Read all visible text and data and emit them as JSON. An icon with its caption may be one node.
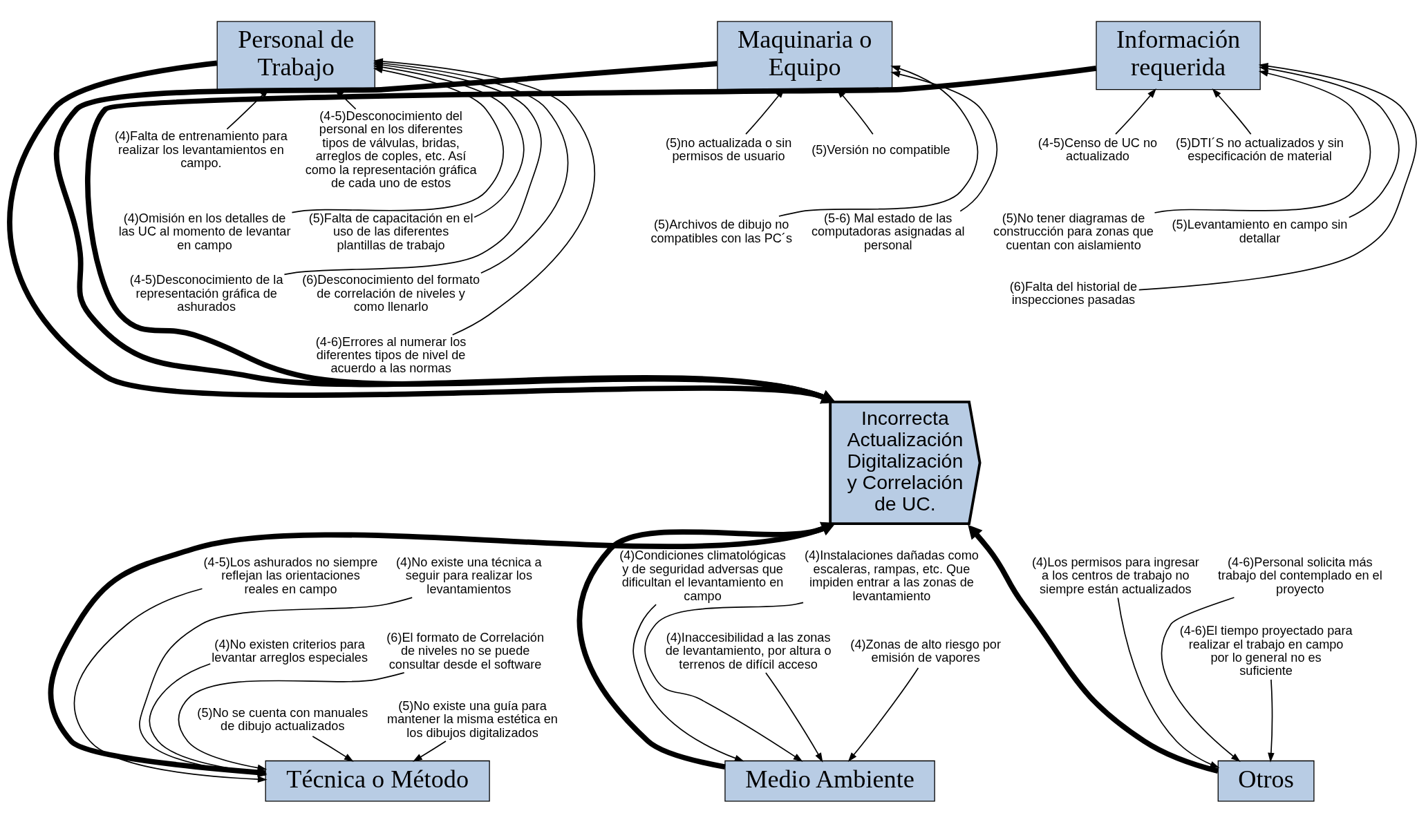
{
  "diagram": {
    "nodes": [
      {
        "text": [
          "Personal de Trabajo"
        ]
      },
      {
        "text": [
          "(4)Falta de entrenamiento para realizar los levantamientos en campo."
        ]
      },
      {
        "text": [
          "(4-5)Desconocimiento del personal en los diferentes tipos de válvulas, bridas, arreglos de coples, etc. Así como la representación gráfica de cada uno de estos"
        ]
      },
      {
        "text": [
          "(4)Omisión en los detalles de las UC al momento de levantar en campo"
        ]
      },
      {
        "text": [
          "(5)Falta de capacitación en el uso de las diferentes plantillas de trabajo"
        ]
      },
      {
        "text": [
          "(4-5)Desconocimiento de la representación gráfica de ashurados"
        ]
      },
      {
        "text": [
          "(6)Desconocimiento del formato de correlación de niveles y como llenarlo"
        ]
      },
      {
        "text": [
          "(4-6)Errores al numerar los diferentes tipos de nivel de acuerdo a las normas"
        ]
      },
      {
        "text": [
          "Maquinaria o Equipo"
        ]
      },
      {
        "text": [
          "(5)no actualizada o sin permisos de usuario"
        ]
      },
      {
        "text": [
          "(5)Versión no compatible"
        ]
      },
      {
        "text": [
          "(5)Archivos de dibujo no compatibles con las PC´s"
        ]
      },
      {
        "text": [
          "(5-6) Mal estado de las computadoras asignadas al personal"
        ]
      },
      {
        "text": [
          "Información requerida"
        ]
      },
      {
        "text": [
          "(4-5)Censo de UC no actualizado"
        ]
      },
      {
        "text": [
          "(5)DTI´S no actualizados y sin especificación de material"
        ]
      },
      {
        "text": [
          "(5)No tener diagramas de construcción para zonas que cuentan con aislamiento"
        ]
      },
      {
        "text": [
          "(5)Levantamiento en campo sin detallar"
        ]
      },
      {
        "text": [
          "(6)Falta del historial de inspecciones pasadas"
        ]
      },
      {
        "text": [
          "Incorrecta Actualización Digitalización y Correlación de UC."
        ]
      },
      {
        "text": [
          "Técnica o Método"
        ]
      },
      {
        "text": [
          "(4-5)Los ashurados no siempre reflejan las orientaciones reales en campo"
        ]
      },
      {
        "text": [
          "(4)No existe una técnica a seguir para realizar los levantamientos"
        ]
      },
      {
        "text": [
          "(4)No existen criterios para levantar arreglos especiales"
        ]
      },
      {
        "text": [
          "(6)El formato de Correlación de niveles no se puede consultar desde el software"
        ]
      },
      {
        "text": [
          "(5)No se cuenta con manuales de dibujo actualizados"
        ]
      },
      {
        "text": [
          "(5)No existe una guía para mantener la misma estética en los dibujos digitalizados"
        ]
      },
      {
        "text": [
          "Medio Ambiente"
        ]
      },
      {
        "text": [
          "(4)Condiciones climatológicas y de seguridad adversas que dificultan el levantamiento en campo"
        ]
      },
      {
        "text": [
          "(4)Instalaciones dañadas como escaleras, rampas, etc. Que impiden entrar a las zonas de levantamiento"
        ]
      },
      {
        "text": [
          "(4)Inaccesibilidad a las zonas de levantamiento, por altura o terrenos de difícil acceso"
        ]
      },
      {
        "text": [
          "(4)Zonas de alto riesgo por emisión de vapores"
        ]
      },
      {
        "text": [
          "Otros"
        ]
      },
      {
        "text": [
          "(4)Los permisos para ingresar a los centros de trabajo no siempre están actualizados"
        ]
      },
      {
        "text": [
          "(4-6)Personal solicita más trabajo del contemplado en el proyecto"
        ]
      },
      {
        "text": [
          "(4-6)El tiempo proyectado para realizar el trabajo en campo por lo general no es suficiente"
        ]
      }
    ],
    "edges": [
      {
        "from": 1,
        "to": 0,
        "arrow": "to"
      },
      {
        "from": 2,
        "to": 0,
        "arrow": "to"
      },
      {
        "from": 3,
        "to": 0,
        "arrow": "to"
      },
      {
        "from": 4,
        "to": 0,
        "arrow": "to"
      },
      {
        "from": 5,
        "to": 0,
        "arrow": "to"
      },
      {
        "from": 6,
        "to": 0,
        "arrow": "to"
      },
      {
        "from": 7,
        "to": 0,
        "arrow": "to"
      },
      {
        "from": 9,
        "to": 8,
        "arrow": "to"
      },
      {
        "from": 10,
        "to": 8,
        "arrow": "to"
      },
      {
        "from": 11,
        "to": 8,
        "arrow": "to"
      },
      {
        "from": 12,
        "to": 8,
        "arrow": "to"
      },
      {
        "from": 14,
        "to": 13,
        "arrow": "to"
      },
      {
        "from": 15,
        "to": 13,
        "arrow": "to"
      },
      {
        "from": 16,
        "to": 13,
        "arrow": "to"
      },
      {
        "from": 17,
        "to": 13,
        "arrow": "to"
      },
      {
        "from": 18,
        "to": 13,
        "arrow": "to"
      },
      {
        "from": 21,
        "to": 20,
        "arrow": "to"
      },
      {
        "from": 22,
        "to": 20,
        "arrow": "to"
      },
      {
        "from": 23,
        "to": 20,
        "arrow": "to"
      },
      {
        "from": 24,
        "to": 20,
        "arrow": "to"
      },
      {
        "from": 25,
        "to": 20,
        "arrow": "to"
      },
      {
        "from": 26,
        "to": 20,
        "arrow": "to"
      },
      {
        "from": 28,
        "to": 27,
        "arrow": "to"
      },
      {
        "from": 29,
        "to": 27,
        "arrow": "to"
      },
      {
        "from": 30,
        "to": 27,
        "arrow": "to"
      },
      {
        "from": 31,
        "to": 27,
        "arrow": "to"
      },
      {
        "from": 33,
        "to": 32,
        "arrow": "to"
      },
      {
        "from": 34,
        "to": 32,
        "arrow": "to"
      },
      {
        "from": 35,
        "to": 32,
        "arrow": "to"
      },
      {
        "from": 0,
        "to": 19,
        "arrow": "to",
        "style": "thick"
      },
      {
        "from": 8,
        "to": 19,
        "arrow": "to",
        "style": "thick"
      },
      {
        "from": 13,
        "to": 19,
        "arrow": "to",
        "style": "thick"
      },
      {
        "from": 20,
        "to": 19,
        "arrow": "to",
        "style": "thick"
      },
      {
        "from": 27,
        "to": 19,
        "arrow": "to",
        "style": "thick"
      },
      {
        "from": 32,
        "to": 19,
        "arrow": "to",
        "style": "thick"
      }
    ]
  }
}
